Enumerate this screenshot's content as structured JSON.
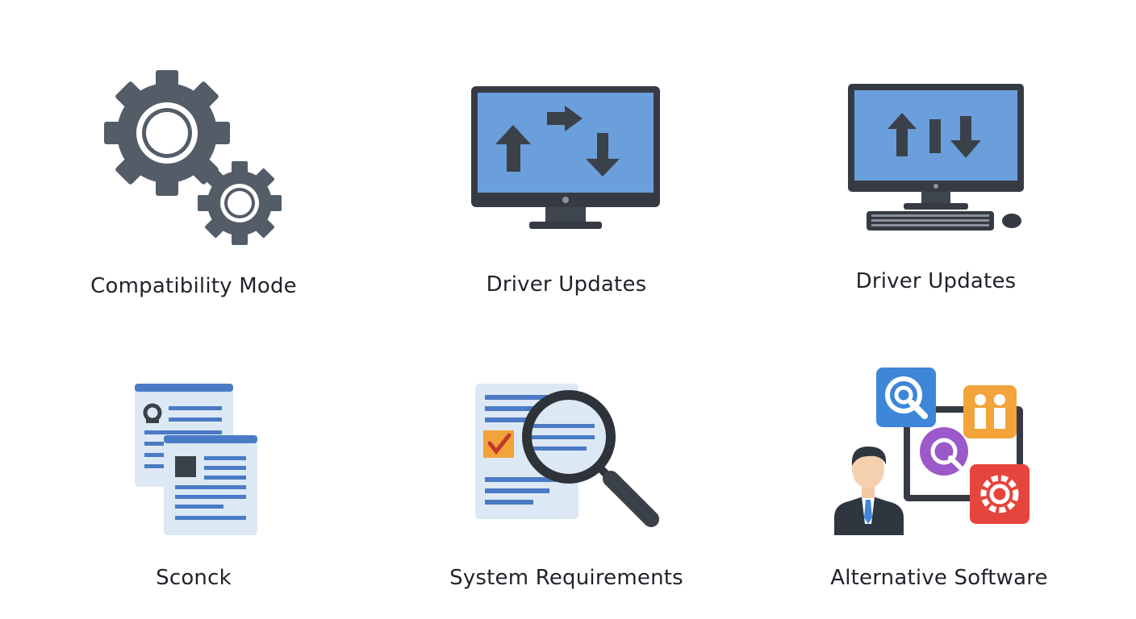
{
  "colors": {
    "icon_dark": "#545c68",
    "screen_blue": "#6b9fdb",
    "doc_light": "#dde8f5",
    "doc_line": "#4a7bc4",
    "label_text": "#1f2329",
    "accent_orange": "#f2a33a",
    "accent_red": "#e5453d",
    "accent_purple": "#9b59c9",
    "accent_blue": "#3d86d8"
  },
  "items": [
    {
      "label": "Compatibility Mode",
      "icon": "gears-icon"
    },
    {
      "label": "Driver Updates",
      "icon": "monitor-arrows-icon"
    },
    {
      "label": "Driver Updates",
      "icon": "desktop-computer-icon"
    },
    {
      "label": "Sconck",
      "icon": "documents-icon"
    },
    {
      "label": "System Requirements",
      "icon": "document-search-icon"
    },
    {
      "label": "Alternative Software",
      "icon": "software-apps-icon"
    }
  ]
}
